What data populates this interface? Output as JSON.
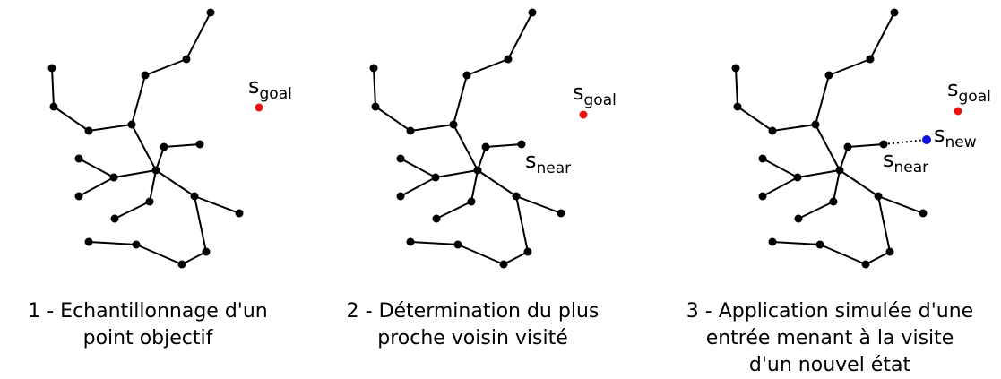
{
  "colors": {
    "tree": "#000000",
    "goal": "#ee1111",
    "new": "#1111dd"
  },
  "panels": [
    {
      "caption_lines": [
        "1 - Echantillonnage d'un",
        "point objectif"
      ],
      "labels": {
        "goal_base": "s",
        "goal_sub": "goal"
      }
    },
    {
      "caption_lines": [
        "2 - Détermination du plus",
        "proche voisin visité"
      ],
      "labels": {
        "goal_base": "s",
        "goal_sub": "goal",
        "near_base": "s",
        "near_sub": "near"
      }
    },
    {
      "caption_lines": [
        "3 - Application simulée d'une",
        "entrée menant à la visite",
        "d'un nouvel état"
      ],
      "labels": {
        "goal_base": "s",
        "goal_sub": "goal",
        "near_base": "s",
        "near_sub": "near",
        "new_base": "s",
        "new_sub": "new"
      }
    }
  ]
}
